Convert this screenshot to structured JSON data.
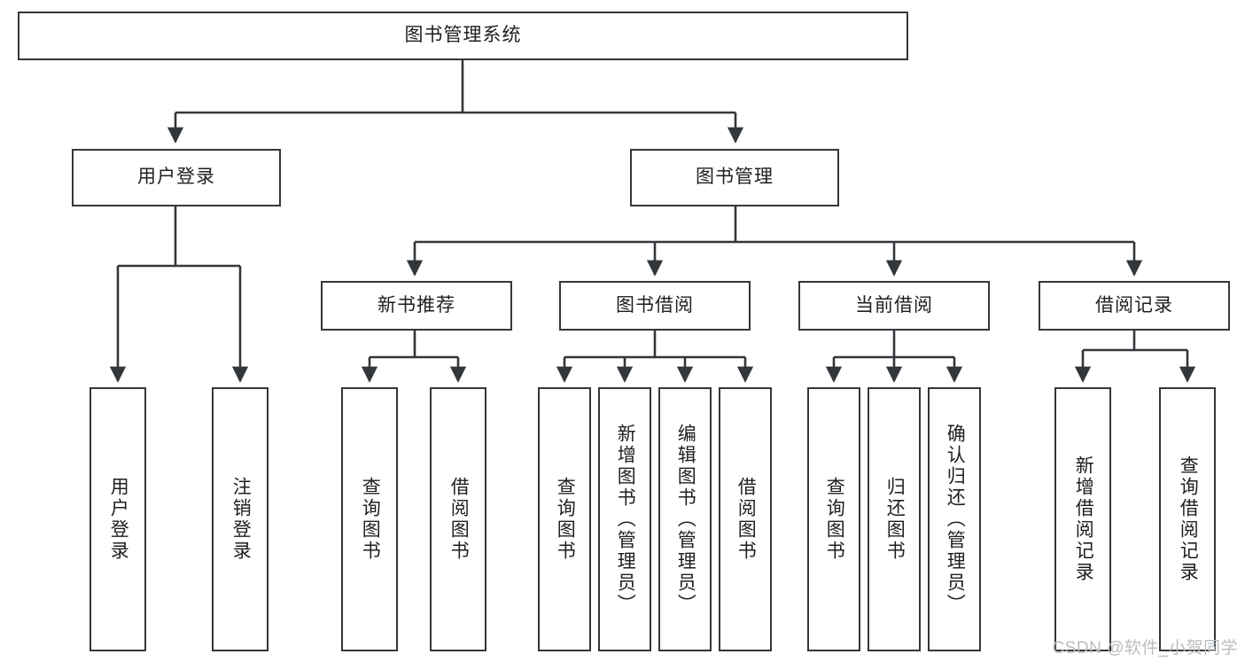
{
  "diagram": {
    "title": "图书管理系统",
    "type": "hierarchy-tree",
    "colors": {
      "border": "#33373b",
      "text": "#1d1f21",
      "background": "#ffffff",
      "watermark": "#b9bcc0"
    },
    "root": {
      "label": "图书管理系统"
    },
    "level2": [
      {
        "label": "用户登录"
      },
      {
        "label": "图书管理"
      }
    ],
    "level3": [
      {
        "label": "新书推荐"
      },
      {
        "label": "图书借阅"
      },
      {
        "label": "当前借阅"
      },
      {
        "label": "借阅记录"
      }
    ],
    "leaves": {
      "user_login": [
        {
          "label": "用户登录"
        },
        {
          "label": "注销登录"
        }
      ],
      "new_book": [
        {
          "label": "查询图书"
        },
        {
          "label": "借阅图书"
        }
      ],
      "book_borrow": [
        {
          "label": "查询图书"
        },
        {
          "label": "新增图书（管理员）"
        },
        {
          "label": "编辑图书（管理员）"
        },
        {
          "label": "借阅图书"
        }
      ],
      "current_borrow": [
        {
          "label": "查询图书"
        },
        {
          "label": "归还图书"
        },
        {
          "label": "确认归还（管理员）"
        }
      ],
      "borrow_record": [
        {
          "label": "新增借阅记录"
        },
        {
          "label": "查询借阅记录"
        }
      ]
    }
  },
  "watermark": {
    "text": "CSDN @软件_小贺同学"
  }
}
